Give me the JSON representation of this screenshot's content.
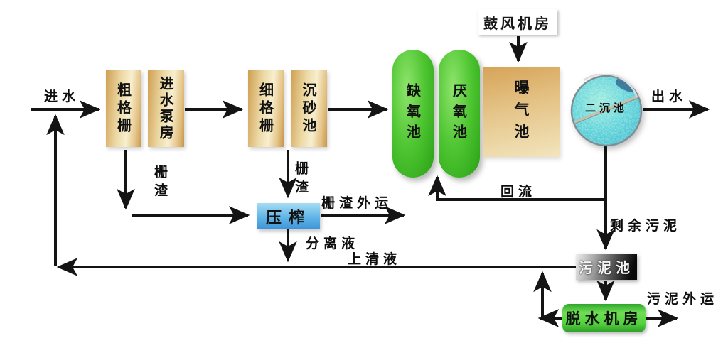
{
  "diagram": {
    "type": "process-flow",
    "subject": "wastewater-treatment-plant",
    "background": "#ffffff",
    "line_color": "#141414"
  },
  "nodes": {
    "coarse_screen": {
      "label": "粗格栅",
      "color": "#e8d3a0"
    },
    "inlet_pump_house": {
      "label": "进水泵房",
      "color": "#e8d3a0"
    },
    "fine_screen": {
      "label": "细格栅",
      "color": "#e8d3a0"
    },
    "grit_chamber": {
      "label": "沉砂池",
      "color": "#e8d3a0"
    },
    "anoxic_tank": {
      "label": "缺氧池",
      "color": "#4ec531"
    },
    "anaerobic_tank": {
      "label": "厌氧池",
      "color": "#4ec531"
    },
    "aeration_tank": {
      "label": "曝气池",
      "color": "#e5c488"
    },
    "blower_room": {
      "label": "鼓风机房",
      "color": "#ea4f08"
    },
    "secondary_clarifier": {
      "label": "二沉池",
      "color": "#55cdd8"
    },
    "press": {
      "label": "压榨",
      "color": "#5fb4e7"
    },
    "sludge_tank": {
      "label": "污泥池",
      "color": "#4c4c4c"
    },
    "dewatering_room": {
      "label": "脱水机房",
      "color": "#55d23f"
    }
  },
  "flow_labels": {
    "influent": "进水",
    "effluent": "出水",
    "screen_residue_1": "栅渣",
    "screen_residue_2": "栅渣",
    "residue_out": "栅渣外运",
    "separated_liquid": "分离液",
    "supernatant": "上清液",
    "return_flow": "回流",
    "excess_sludge": "剩余污泥",
    "sludge_out": "污泥外运"
  }
}
